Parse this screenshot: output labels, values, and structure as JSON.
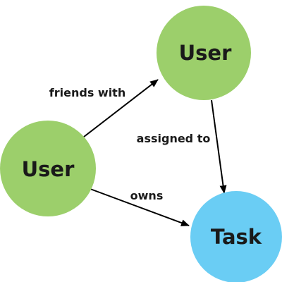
{
  "colors": {
    "user_node": "#9ccf6b",
    "task_node": "#6acdf4",
    "edge": "#000000"
  },
  "nodes": {
    "user_top": {
      "label": "User"
    },
    "user_left": {
      "label": "User"
    },
    "task": {
      "label": "Task"
    }
  },
  "edges": {
    "friends_with": {
      "label": "friends with"
    },
    "assigned_to": {
      "label": "assigned to"
    },
    "owns": {
      "label": "owns"
    }
  }
}
